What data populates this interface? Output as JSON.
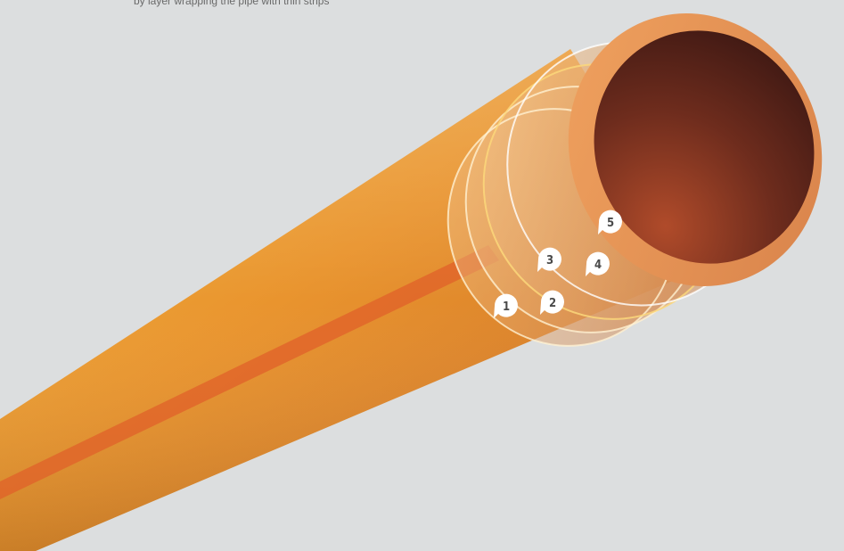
{
  "caption": "by layer wrapping the pipe with thin strips",
  "colors": {
    "background": "#dcdedf",
    "pipe_body": "#e9942e",
    "pipe_stripe": "#e0602a",
    "outer_ring": "#e39157",
    "inner_bore": "#4a2018",
    "marker_fill": "#ffffff"
  },
  "layer_markers": [
    {
      "label": "1"
    },
    {
      "label": "2"
    },
    {
      "label": "3"
    },
    {
      "label": "4"
    },
    {
      "label": "5"
    }
  ]
}
